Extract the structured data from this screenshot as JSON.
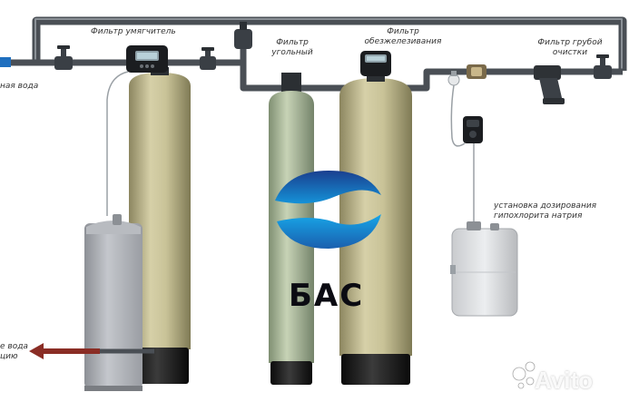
{
  "labels": {
    "softener": "Фильтр умягчитель",
    "carbon_line1": "Фильтр",
    "carbon_line2": "угольный",
    "deferrization_line1": "Фильтр",
    "deferrization_line2": "обезжелезивания",
    "coarse_line1": "Фильтр грубой",
    "coarse_line2": "очистки",
    "dosing_line1": "установка дозирования",
    "dosing_line2": "гипохлорита натрия",
    "inlet_partial": "ная вода",
    "outlet_line1": "е вода",
    "outlet_line2": "цию"
  },
  "brand": {
    "text": "БАС"
  },
  "watermark": {
    "text": "Avito"
  },
  "colors": {
    "tank_beige": "#c7c196",
    "tank_green": "#b5c4a4",
    "pipe": "#4a4f55",
    "inlet_arrow": "#1f6fbf",
    "outlet_arrow": "#8a2d25",
    "brand_blue": "#1592d8",
    "brand_dark": "#1a3f8f"
  }
}
